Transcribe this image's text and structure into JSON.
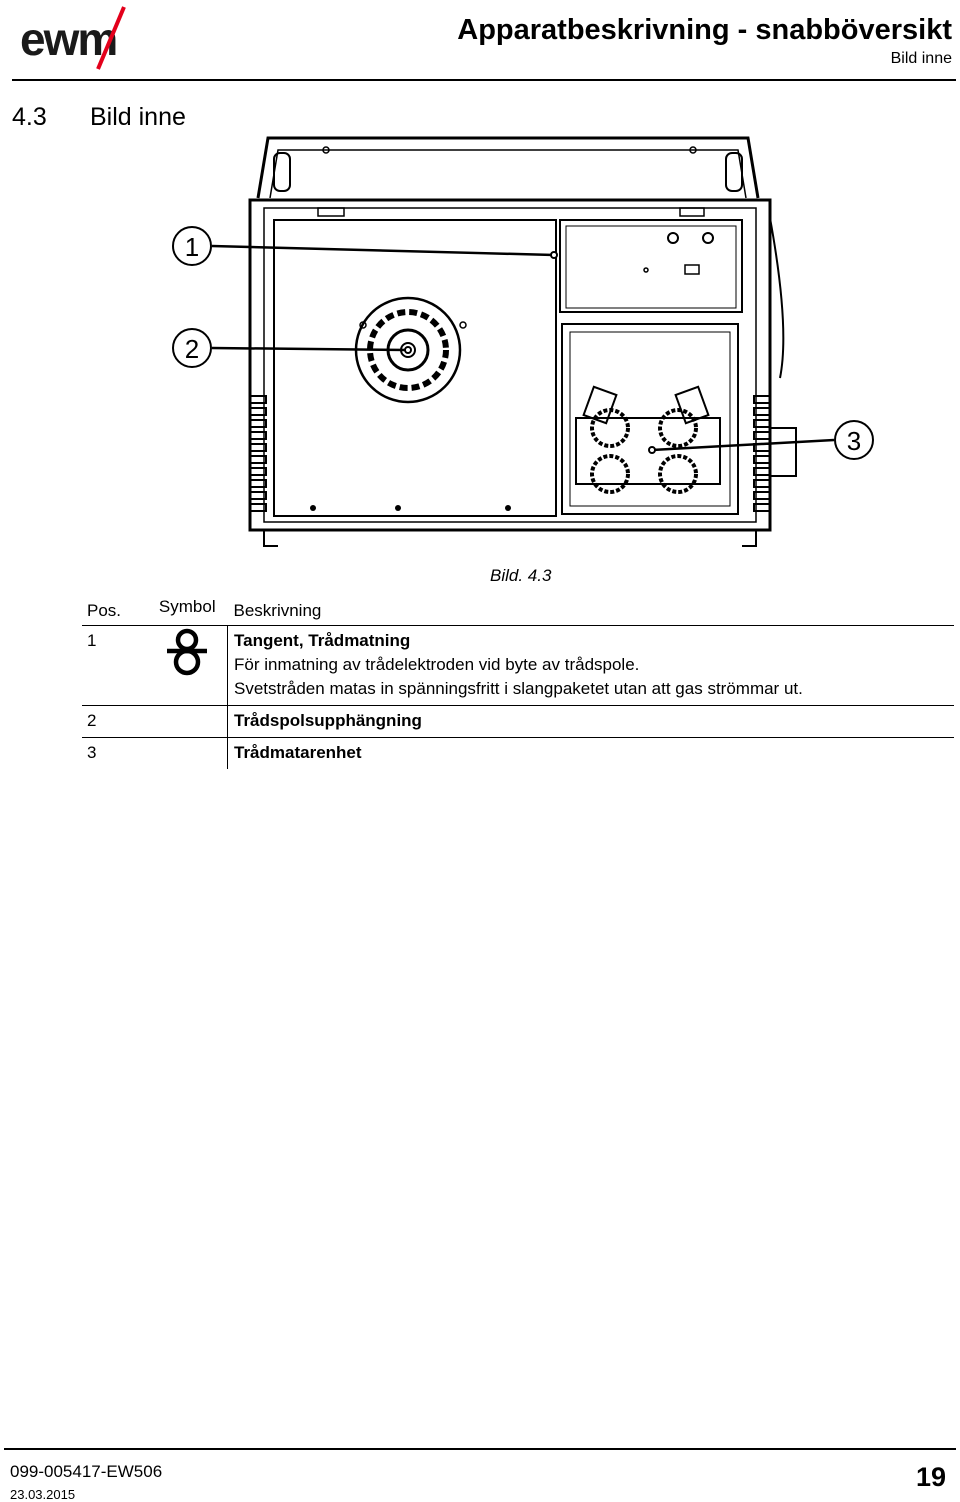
{
  "header": {
    "title": "Apparatbeskrivning - snabböversikt",
    "subtitle": "Bild inne",
    "logo_text": "ewm"
  },
  "section": {
    "number": "4.3",
    "title": "Bild inne"
  },
  "figure": {
    "callouts": [
      "1",
      "2",
      "3"
    ],
    "caption": "Bild. 4.3"
  },
  "legend": {
    "columns": [
      "Pos.",
      "Symbol",
      "Beskrivning"
    ],
    "rows": [
      {
        "pos": "1",
        "symbol_icon": "wire-inching-icon",
        "title": "Tangent, Trådmatning",
        "lines": [
          "För inmatning av trådelektroden vid byte av trådspole.",
          "Svetstråden matas in spänningsfritt i slangpaketet utan att gas strömmar ut."
        ]
      },
      {
        "pos": "2",
        "title": "Trådspolsupphängning"
      },
      {
        "pos": "3",
        "title": "Trådmatarenhet"
      }
    ]
  },
  "footer": {
    "doc_number": "099-005417-EW506",
    "date": "23.03.2015",
    "page": "19"
  }
}
